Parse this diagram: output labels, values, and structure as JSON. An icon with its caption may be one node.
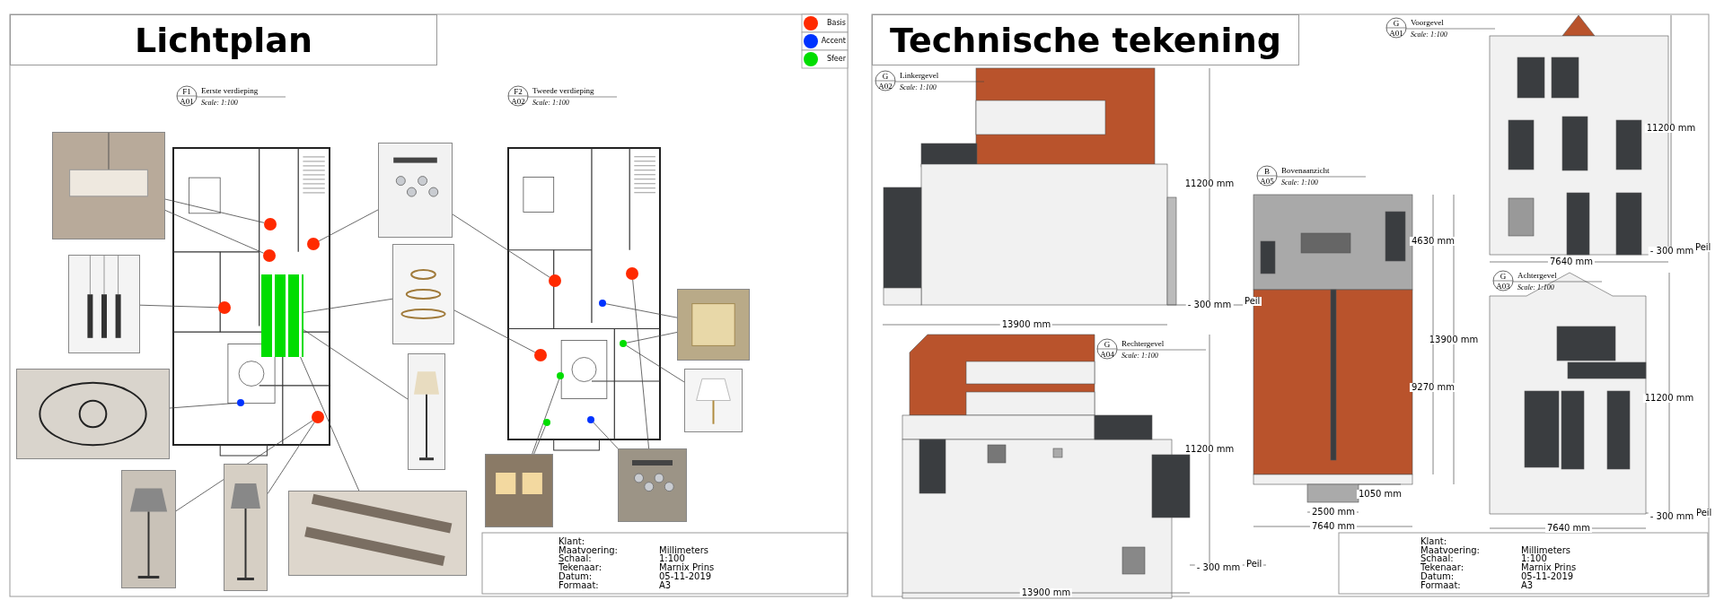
{
  "diagram": {
    "nodes": [
      {
        "text": [
          "Lichtplan"
        ]
      },
      {
        "text": [
          "Technische tekening"
        ]
      },
      {
        "text": [],
        "shape": "picture"
      },
      {
        "text": [],
        "shape": "picture"
      },
      {
        "text": [],
        "shape": "picture"
      },
      {
        "text": [],
        "shape": "picture"
      },
      {
        "text": [],
        "shape": "picture"
      },
      {
        "text": [],
        "shape": "picture"
      },
      {
        "text": [],
        "shape": "picture"
      },
      {
        "text": [],
        "shape": "picture"
      },
      {
        "text": [],
        "shape": "picture"
      },
      {
        "text": [],
        "shape": "picture"
      },
      {
        "text": [],
        "shape": "picture"
      },
      {
        "text": [],
        "shape": "picture"
      },
      {
        "text": [],
        "shape": "picture"
      },
      {
        "text": [],
        "shape": "circle"
      },
      {
        "text": [],
        "shape": "circle"
      },
      {
        "text": [],
        "shape": "circle"
      },
      {
        "text": [],
        "shape": "circle"
      },
      {
        "text": [],
        "shape": "circle"
      },
      {
        "text": [],
        "shape": "circle"
      },
      {
        "text": [],
        "shape": "bar"
      },
      {
        "text": [],
        "shape": "circle"
      },
      {
        "text": [],
        "shape": "circle"
      },
      {
        "text": [],
        "shape": "circle"
      },
      {
        "text": [],
        "shape": "circle"
      },
      {
        "text": [],
        "shape": "circle"
      },
      {
        "text": [],
        "shape": "circle"
      },
      {
        "text": [],
        "shape": "circle"
      },
      {
        "text": [],
        "shape": "circle"
      }
    ],
    "edges": [
      {
        "from": 2,
        "to": 15,
        "arrow": "none"
      },
      {
        "from": 2,
        "to": 16,
        "arrow": "none"
      },
      {
        "from": 3,
        "to": 18,
        "arrow": "none"
      },
      {
        "from": 4,
        "to": 20,
        "arrow": "none"
      },
      {
        "from": 5,
        "to": 19,
        "arrow": "none"
      },
      {
        "from": 6,
        "to": 19,
        "arrow": "none"
      },
      {
        "from": 7,
        "to": 21,
        "arrow": "none"
      },
      {
        "from": 8,
        "to": 17,
        "arrow": "none"
      },
      {
        "from": 8,
        "to": 22,
        "arrow": "none"
      },
      {
        "from": 9,
        "to": 21,
        "arrow": "none"
      },
      {
        "from": 9,
        "to": 24,
        "arrow": "none"
      },
      {
        "from": 10,
        "to": 21,
        "arrow": "none"
      },
      {
        "from": 11,
        "to": 29,
        "arrow": "none"
      },
      {
        "from": 11,
        "to": 25,
        "arrow": "none"
      },
      {
        "from": 12,
        "to": 25,
        "arrow": "none"
      },
      {
        "from": 13,
        "to": 27,
        "arrow": "none"
      },
      {
        "from": 13,
        "to": 26,
        "arrow": "none"
      },
      {
        "from": 14,
        "to": 28,
        "arrow": "none"
      },
      {
        "from": 14,
        "to": 23,
        "arrow": "none"
      }
    ],
    "labels": [
      "F1",
      "A01",
      "Eerste verdieping",
      "Scale: 1:100",
      "F2",
      "A02",
      "Tweede verdieping",
      "Scale: 1:100",
      "Klant:",
      "Maatvoering:",
      "Millimeters",
      "Schaal:",
      "1:100",
      "Tekenaar:",
      "Marnix Prins",
      "Datum:",
      "05-11-2019",
      "Formaat:",
      "A3",
      "G",
      "A02",
      "Linkergevel",
      "Scale: 1:100",
      "11200 mm",
      "- 300 mm",
      "Peil",
      "13900 mm",
      "G",
      "A01",
      "Voorgevel",
      "Scale: 1:100",
      "11200 mm",
      "- 300 mm",
      "Peil",
      "7640 mm",
      "B",
      "A05",
      "Bovenaanzicht",
      "Scale: 1:100",
      "4630 mm",
      "13900 mm",
      "9270 mm",
      "1050 mm",
      "2500 mm",
      "7640 mm",
      "G",
      "A04",
      "Rechtergevel",
      "Scale: 1:100",
      "11200 mm",
      "- 300 mm",
      "Peil",
      "13900 mm",
      "G",
      "A03",
      "Achtergevel",
      "Scale: 1:100",
      "11200 mm",
      "- 300 mm",
      "Peil",
      "7640 mm",
      "Klant:",
      "Maatvoering:",
      "Millimeters",
      "Schaal:",
      "1:100",
      "Tekenaar:",
      "Marnix Prins",
      "Datum:",
      "05-11-2019",
      "Formaat:",
      "A3"
    ],
    "legend": [
      {
        "text": "Basis",
        "color": "#ff2a00"
      },
      {
        "text": "Accent",
        "color": "#0033ff"
      },
      {
        "text": "Sfeer",
        "color": "#00dd00"
      }
    ]
  }
}
